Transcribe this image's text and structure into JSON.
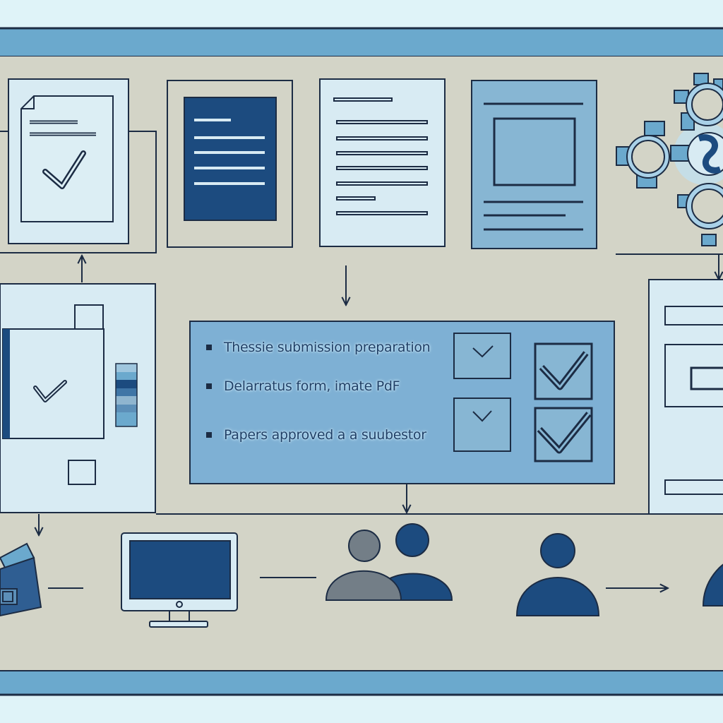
{
  "checklist": {
    "items": [
      {
        "label": "Thessie submission preparation"
      },
      {
        "label": "Delarratus form, imate PdF"
      },
      {
        "label": "Papers approved a a suubestor"
      }
    ]
  },
  "colors": {
    "background": "#dff3f8",
    "canvas": "#d3d4c7",
    "frame_band": "#6ba9cd",
    "navy": "#1c4b7f",
    "light_panel": "#d8ebf3",
    "mid_blue": "#87b6d3",
    "checklist_panel": "#7eb0d4",
    "gray_person": "#737e87",
    "outline": "#1c2c44"
  },
  "icons": [
    "document-check-icon",
    "document-navy-icon",
    "document-lines-icon",
    "document-window-icon",
    "gears-icon",
    "form-check-icon",
    "box-icon",
    "monitor-icon",
    "people-pair-icon",
    "person-icon"
  ]
}
